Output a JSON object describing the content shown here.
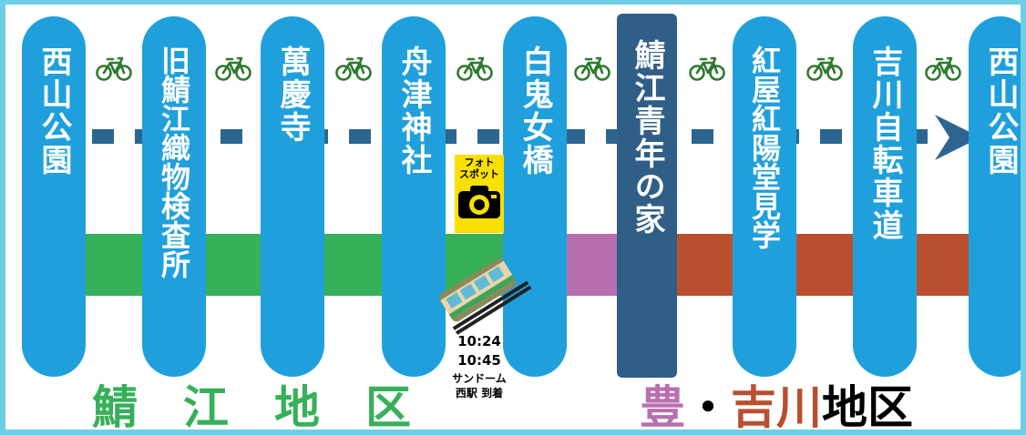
{
  "stops": [
    {
      "label": "西山公園"
    },
    {
      "label": "旧鯖江織物検査所"
    },
    {
      "label": "萬慶寺"
    },
    {
      "label": "舟津神社"
    },
    {
      "label": "白鬼女橋"
    },
    {
      "label": "鯖江青年の家",
      "highlight": true
    },
    {
      "label": "紅屋紅陽堂見学"
    },
    {
      "label": "吉川自転車道"
    },
    {
      "label": "西山公園"
    }
  ],
  "segments": [
    {
      "from": 0,
      "to": 4,
      "color": "#37b05a"
    },
    {
      "from": 4,
      "to": 5,
      "color": "#b86fb0"
    },
    {
      "from": 5,
      "to": 8,
      "color": "#b85030"
    }
  ],
  "colors": {
    "stop": "#1fa0dc",
    "highlight_stop": "#2f5e86",
    "route_dash": "#2c6690",
    "bike": "#2f7a2f",
    "sabae": "#37b05a",
    "yutaka": "#b86fb0",
    "yoshikawa": "#b85030",
    "photo_bg": "#f9e000"
  },
  "photo_spot": {
    "label": "フォト\nスポット",
    "icon": "camera-icon"
  },
  "train": {
    "icon": "train-icon",
    "times": [
      "10:24",
      "10:45"
    ],
    "station_line1": "サンドーム",
    "station_line2": "西駅 到着"
  },
  "districts": {
    "sabae": "鯖　江　地　区",
    "yutaka": "豊",
    "sep": "・",
    "yoshikawa": "吉川",
    "suffix": "地区"
  },
  "icons": {
    "bike": "bicycle-icon",
    "arrow": "arrow-right-icon"
  }
}
